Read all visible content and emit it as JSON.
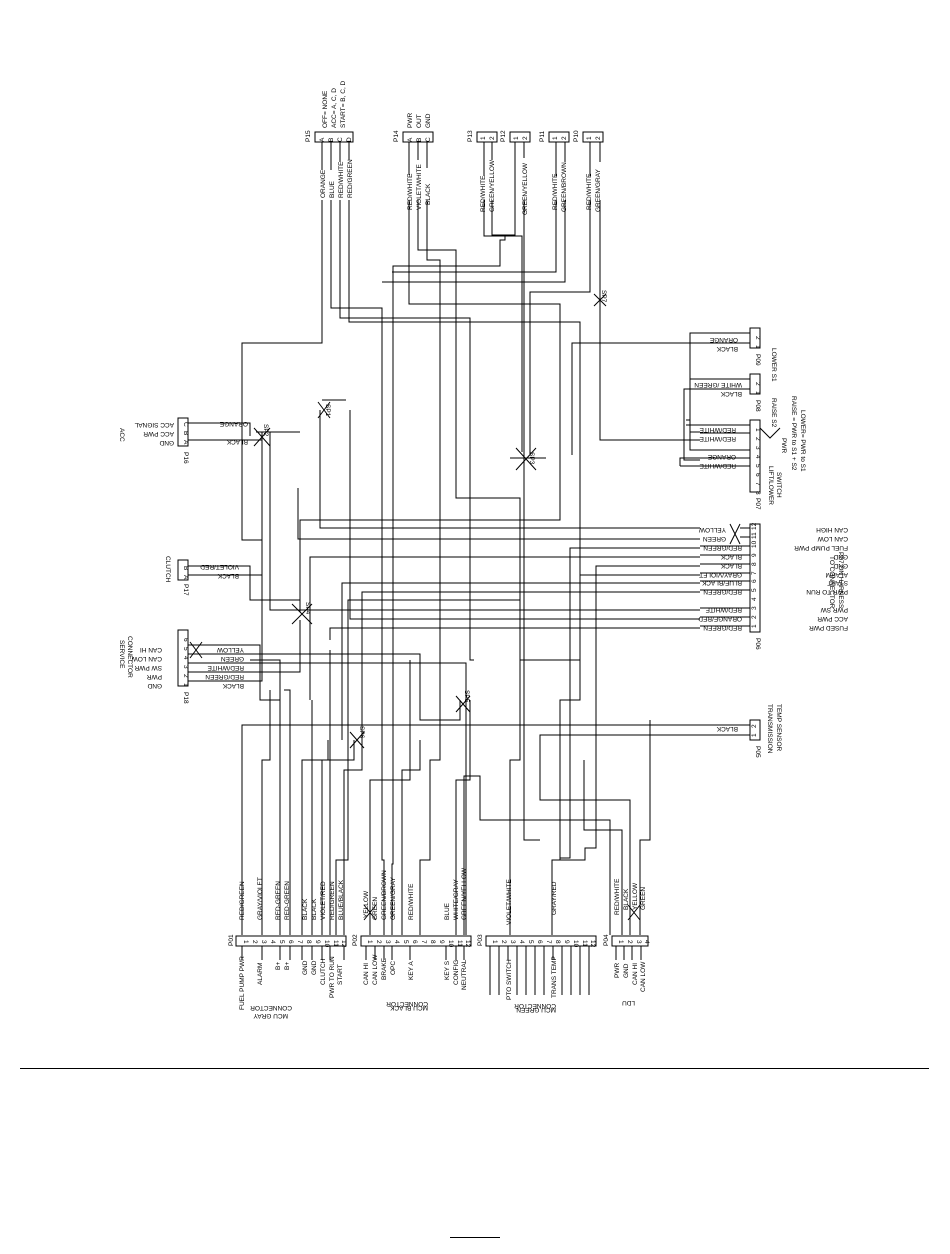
{
  "connectors": {
    "p15": {
      "id": "P15",
      "pins": [
        "A",
        "B",
        "C",
        "D"
      ],
      "wires": [
        "ORANGE",
        "BLUE",
        "RED/WHITE",
        "RED/GREEN"
      ],
      "notes": [
        "OFF= NONE",
        "ACC= A, C, D",
        "START= B, C, D"
      ]
    },
    "p14": {
      "id": "P14",
      "pins": [
        "A",
        "B",
        "C"
      ],
      "wires": [
        "RED/WHITE",
        "VIOLET/WHITE",
        "BLACK"
      ],
      "notes": [
        "PWR",
        "OUT",
        "GND"
      ]
    },
    "p13": {
      "id": "P13",
      "pins": [
        "1",
        "2"
      ],
      "wires": [
        "RED/WHITE",
        "GREEN/YELLOW"
      ]
    },
    "p12": {
      "id": "P12",
      "pins": [
        "1",
        "2"
      ],
      "wires": [
        "",
        "GREEN/YELLOW"
      ]
    },
    "p11": {
      "id": "P11",
      "pins": [
        "1",
        "2"
      ],
      "wires": [
        "RED/WHITE",
        "GREEN/BROWN"
      ]
    },
    "p10": {
      "id": "P10",
      "pins": [
        "1",
        "2"
      ],
      "wires": [
        "RED/WHITE",
        "GREEN/GRAY"
      ]
    },
    "p09": {
      "id": "P09",
      "pins": [
        "1",
        "2"
      ],
      "wires": [
        "BLACK",
        "ORANGE"
      ],
      "title": "LOWER S1"
    },
    "p08": {
      "id": "P08",
      "pins": [
        "1",
        "2"
      ],
      "wires": [
        "BLACK",
        "WHITE /GREEN"
      ],
      "title": "RAISE S2"
    },
    "p07": {
      "id": "P07",
      "pins": [
        "1",
        "2",
        "3",
        "4",
        "5",
        "6",
        "7",
        "8"
      ],
      "wires": [
        "RED/WHITE",
        "RED/WHITE",
        "",
        "ORANGE",
        "RED/WHITE",
        "",
        "",
        ""
      ],
      "title": [
        "LIFT/LOWER",
        "SWITCH"
      ],
      "notes": [
        "PWR",
        "RAISE = PWR to S1 + S2",
        "LOWER= PWR to S1"
      ]
    },
    "p06": {
      "id": "P06",
      "pins": [
        "1",
        "2",
        "3",
        "4",
        "5",
        "6",
        "7",
        "8",
        "9",
        "10",
        "11",
        "12"
      ],
      "labels": [
        "FUSED PWR",
        "ACC PWR",
        "PWR SW",
        "",
        "PWR TO RUN",
        "START",
        "ALARM",
        "GND",
        "GND",
        "FUEL PUMP PWR",
        "CAN LOW",
        "CAN HIGH"
      ],
      "wires": [
        "RED/GREEN",
        "ORANGE/RED",
        "RED/WHITE",
        "",
        "RED/GREEN",
        "BLUE/BLACK",
        "GRAY/VIOLET",
        "BLACK",
        "BLACK",
        "RED/GREEN",
        "GREEN",
        "YELLOW"
      ],
      "title": [
        "TO CONNECTOR",
        "P07 ON HARNESS"
      ]
    },
    "p05": {
      "id": "P05",
      "pins": [
        "1",
        "2"
      ],
      "wires": [
        "BLACK",
        ""
      ],
      "title": [
        "TRANSMISSION",
        "TEMP SENSOR"
      ]
    },
    "p16": {
      "id": "P16",
      "pins": [
        "A",
        "B",
        "C"
      ],
      "labels": [
        "GND",
        "ACC PWR",
        "ACC SIGNAL"
      ],
      "wires": [
        "BLACK",
        "",
        "ORANGE"
      ],
      "title": "ACC"
    },
    "p17": {
      "id": "P17",
      "pins": [
        "A",
        "B"
      ],
      "wires": [
        "BLACK",
        "VIOLET/RED"
      ],
      "title": "CLUTCH"
    },
    "p18": {
      "id": "P18",
      "pins": [
        "1",
        "2",
        "3",
        "4",
        "5",
        "6"
      ],
      "labels": [
        "GND",
        "PWR",
        "SW PWR",
        "CAN LOW",
        "CAN HI",
        ""
      ],
      "wires": [
        "BLACK",
        "RED/GREEN",
        "RED/WHITE",
        "GREEN",
        "YELLOW",
        ""
      ],
      "title": [
        "SERVICE",
        "CONNECTOR"
      ]
    },
    "p01": {
      "id": "P01",
      "pins": [
        "1",
        "2",
        "3",
        "4",
        "5",
        "6",
        "7",
        "8",
        "9",
        "10",
        "11",
        "12"
      ],
      "labels": [
        "FUEL PUMP PWR",
        "",
        "ALARM",
        "",
        "B+",
        "B+",
        "",
        "GND",
        "GND",
        "CLUTCH",
        "PWR TO RUN",
        "START"
      ],
      "wires": [
        "RED/GREEN",
        "",
        "GRAY/VIOLET",
        "",
        "RED-GREEN",
        "RED-GREEN",
        "",
        "BLACK",
        "BLACK",
        "VIOLET/RED",
        "RED/GREEN",
        "BLUE/BLACK"
      ],
      "title": [
        "MCU GRAY",
        "CONNECTOR"
      ]
    },
    "p02": {
      "id": "P02",
      "pins": [
        "1",
        "2",
        "3",
        "4",
        "5",
        "6",
        "7",
        "8",
        "9",
        "10",
        "11",
        "12"
      ],
      "labels": [
        "CAN HI",
        "CAN LOW",
        "BRAKE",
        "OPC",
        "",
        "KEY A",
        "",
        "",
        "",
        "KEY S",
        "CONFIG",
        "NEUTRAL"
      ],
      "wires": [
        "YELLOW",
        "GREEN",
        "GREEN/BROWN",
        "GREEN/GRAY",
        "",
        "RED/WHITE",
        "",
        "",
        "",
        "BLUE",
        "WHITE/GRAY",
        "GREEN/YELLOW"
      ],
      "title": [
        "MCU BLACK",
        "CONNECTOR"
      ]
    },
    "p03": {
      "id": "P03",
      "pins": [
        "1",
        "2",
        "3",
        "4",
        "5",
        "6",
        "7",
        "8",
        "9",
        "10",
        "11",
        "12"
      ],
      "labels": [
        "",
        "",
        "PTO SWITCH",
        "",
        "",
        "",
        "",
        "TRANS TEMP",
        "",
        "",
        "",
        ""
      ],
      "wires": [
        "",
        "",
        "VIOLET/WHITE",
        "",
        "",
        "",
        "",
        "GRAY/RED",
        "",
        "",
        "",
        ""
      ],
      "title": [
        "MCU GREEN",
        "CONNECTOR"
      ]
    },
    "p04": {
      "id": "P04",
      "pins": [
        "1",
        "2",
        "3",
        "4"
      ],
      "labels": [
        "PWR",
        "GND",
        "CAN HI",
        "CAN LOW"
      ],
      "wires": [
        "RED/WHITE",
        "BLACK",
        "YELLOW",
        "GREEN"
      ],
      "title": "LDU"
    }
  },
  "splices": [
    "SP1",
    "SP2",
    "SP3",
    "SP4",
    "SP5",
    "SP6",
    "SP7"
  ]
}
